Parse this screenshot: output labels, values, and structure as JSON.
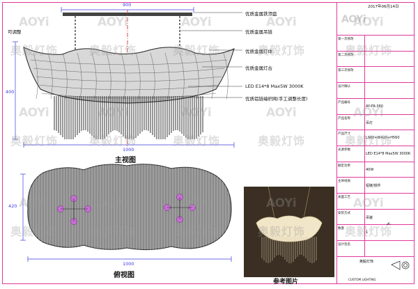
{
  "drawing": {
    "front_width_top": "900",
    "front_height": "400",
    "front_width_bottom": "1000",
    "top_left_label": "可调整",
    "top_width_label": "1000",
    "top_height_label": "420",
    "front_view_caption": "主视图",
    "top_view_caption": "俯视图",
    "reference_caption": "参考图片"
  },
  "callouts": [
    "优质金属铁顶盘",
    "优质金属吊链",
    "优质金属灯体",
    "优质金属灯古",
    "LED E14*8 Max5W 3000K",
    "优质铝链编织网(手工调整长度)"
  ],
  "title_block": {
    "date": "2017年06月14日",
    "rows": [
      {
        "label": "第一次修改",
        "value": ""
      },
      {
        "label": "第二次修改",
        "value": ""
      },
      {
        "label": "第三次修改",
        "value": ""
      },
      {
        "label": "设计确认",
        "value": ""
      },
      {
        "label": "产品编号",
        "value": "AY-PR-360"
      },
      {
        "label": "产品名称",
        "value": "吊灯"
      },
      {
        "label": "产品尺寸",
        "value": "L900+W420+H560"
      },
      {
        "label": "光源参数",
        "value": "LED E14*8 Max5W 3000K"
      },
      {
        "label": "额定功率",
        "value": "40W"
      },
      {
        "label": "主体材质",
        "value": "铝链/铁件"
      },
      {
        "label": "表面工艺",
        "value": ""
      },
      {
        "label": "安装方式",
        "value": "吊装"
      },
      {
        "label": "数量",
        "value": "1"
      },
      {
        "label": "设计签名",
        "value": ""
      }
    ],
    "footer_lines": [
      "奥毅灯饰",
      "CUSTOM LIGHTING"
    ]
  },
  "watermark": {
    "brand": "AOYi",
    "chinese": "奥毅灯饰"
  },
  "colors": {
    "frame": "#e0389b",
    "dimension": "#3a3adf",
    "center_line": "#e03030",
    "top_view_fill": "#8a8a8a",
    "bulb": "#c86fd6"
  }
}
